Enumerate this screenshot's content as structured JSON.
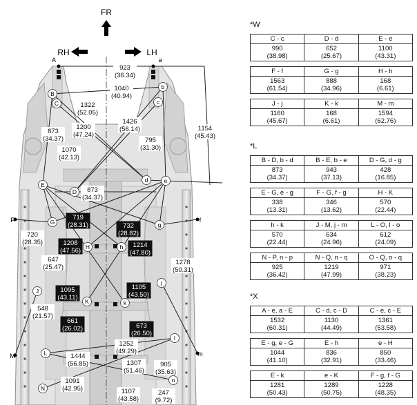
{
  "direction": {
    "front": "FR",
    "right": "RH",
    "left": "LH"
  },
  "points": {
    "A": "A",
    "a": "a",
    "B": "B",
    "b": "b",
    "C": "C",
    "c": "c",
    "d": "d",
    "D": "D",
    "E": "E",
    "e": "e",
    "F": "F",
    "f": "f",
    "G": "G",
    "g": "g",
    "H": "H",
    "h": "h",
    "J": "J",
    "j": "j",
    "K": "K",
    "k": "k",
    "L": "L",
    "l": "l",
    "M": "M",
    "m": "m",
    "N": "N",
    "n": "n"
  },
  "dims": {
    "d923": [
      "923",
      "(36.34)"
    ],
    "d1040": [
      "1040",
      "(40.94)"
    ],
    "d1322": [
      "1322",
      "(52.05)"
    ],
    "d1426": [
      "1426",
      "(56.14)"
    ],
    "d1200": [
      "1200",
      "(47.24)"
    ],
    "d873a": [
      "873",
      "(34.37)"
    ],
    "d1154": [
      "1154",
      "(45.43)"
    ],
    "d795": [
      "795",
      "(31.30)"
    ],
    "d1070": [
      "1070",
      "(42.13)"
    ],
    "d873b": [
      "873",
      "(34.37)"
    ],
    "d719": [
      "719",
      "(28.31)"
    ],
    "d732": [
      "732",
      "(28.82)"
    ],
    "d720": [
      "720",
      "(28.35)"
    ],
    "d1208": [
      "1208",
      "(47.56)"
    ],
    "d1214": [
      "1214",
      "(47.80)"
    ],
    "d647": [
      "647",
      "(25.47)"
    ],
    "d1278": [
      "1278",
      "(50.31)"
    ],
    "d1095": [
      "1095",
      "(43.11)"
    ],
    "d1105": [
      "1105",
      "(43.50)"
    ],
    "d548": [
      "548",
      "(21.57)"
    ],
    "d661": [
      "661",
      "(26.02)"
    ],
    "d673": [
      "673",
      "(26.50)"
    ],
    "d1252": [
      "1252",
      "(49.29)"
    ],
    "d1444": [
      "1444",
      "(56.85)"
    ],
    "d1307": [
      "1307",
      "(51.46)"
    ],
    "d905": [
      "905",
      "(35.63)"
    ],
    "d1091": [
      "1091",
      "(42.95)"
    ],
    "d1107": [
      "1107",
      "(43.58)"
    ],
    "d247": [
      "247",
      "(9.72)"
    ]
  },
  "sections": [
    {
      "label": "*W",
      "rows": [
        [
          [
            "C - c",
            "990",
            "(38.98)"
          ],
          [
            "D - d",
            "652",
            "(25.67)"
          ],
          [
            "E - e",
            "1100",
            "(43.31)"
          ]
        ],
        [
          [
            "F - f",
            "1563",
            "(61.54)"
          ],
          [
            "G - g",
            "888",
            "(34.96)"
          ],
          [
            "H - h",
            "168",
            "(6.61)"
          ]
        ],
        [
          [
            "J - j",
            "1160",
            "(45.67)"
          ],
          [
            "K - k",
            "168",
            "(6.61)"
          ],
          [
            "M - m",
            "1594",
            "(62.76)"
          ]
        ]
      ]
    },
    {
      "label": "*L",
      "rows": [
        [
          [
            "B - D, b - d",
            "873",
            "(34.37)"
          ],
          [
            "B - E, b - e",
            "943",
            "(37.13)"
          ],
          [
            "D - G, d - g",
            "428",
            "(16.85)"
          ]
        ],
        [
          [
            "E - G, e - g",
            "338",
            "(13.31)"
          ],
          [
            "F - G, f - g",
            "346",
            "(13.62)"
          ],
          [
            "H - K",
            "570",
            "(22.44)"
          ]
        ],
        [
          [
            "h - k",
            "570",
            "(22.44)"
          ],
          [
            "J - M, j - m",
            "634",
            "(24.96)"
          ],
          [
            "L - O, l - o",
            "612",
            "(24.09)"
          ]
        ],
        [
          [
            "N - P, n - p",
            "925",
            "(36.42)"
          ],
          [
            "N - Q, n - q",
            "1219",
            "(47.99)"
          ],
          [
            "O - Q, o - q",
            "971",
            "(38.23)"
          ]
        ]
      ]
    },
    {
      "label": "*X",
      "rows": [
        [
          [
            "A - e, a - E",
            "1532",
            "(60.31)"
          ],
          [
            "C - d, c - D",
            "1130",
            "(44.49)"
          ],
          [
            "C - e, c - E",
            "1361",
            "(53.58)"
          ]
        ],
        [
          [
            "E - g, e - G",
            "1044",
            "(41.10)"
          ],
          [
            "E - h",
            "836",
            "(32.91)"
          ],
          [
            "e - H",
            "850",
            "(33.46)"
          ]
        ],
        [
          [
            "E - k",
            "1281",
            "(50.43)"
          ],
          [
            "e - K",
            "1289",
            "(50.75)"
          ],
          [
            "F - g, f - G",
            "1228",
            "(48.35)"
          ]
        ]
      ]
    }
  ]
}
